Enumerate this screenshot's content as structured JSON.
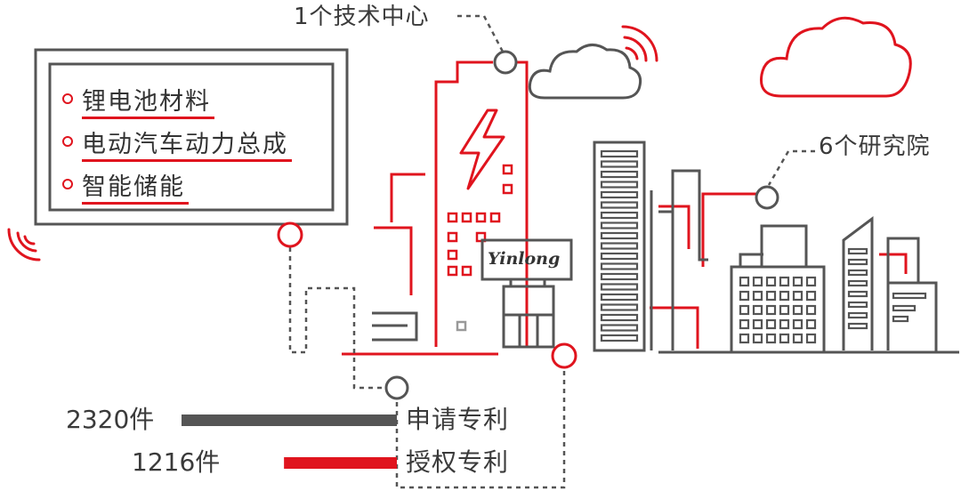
{
  "colors": {
    "red": "#e0141e",
    "gray": "#555555",
    "dark": "#3a3a3a"
  },
  "panel": {
    "items": [
      {
        "label": "锂电池材料"
      },
      {
        "label": "电动汽车动力总成"
      },
      {
        "label": "智能储能"
      }
    ]
  },
  "callouts": {
    "tech_center": "1个技术中心",
    "research": "6个研究院"
  },
  "logo": {
    "text": "Yinlong"
  },
  "patents": [
    {
      "count": "2320件",
      "label": "申请专利",
      "value": 2320,
      "color": "#555555"
    },
    {
      "count": "1216件",
      "label": "授权专利",
      "value": 1216,
      "color": "#e0141e"
    }
  ],
  "icons": [
    "lightning-icon",
    "cloud-icon",
    "wifi-signal-icon",
    "monitor-icon"
  ]
}
